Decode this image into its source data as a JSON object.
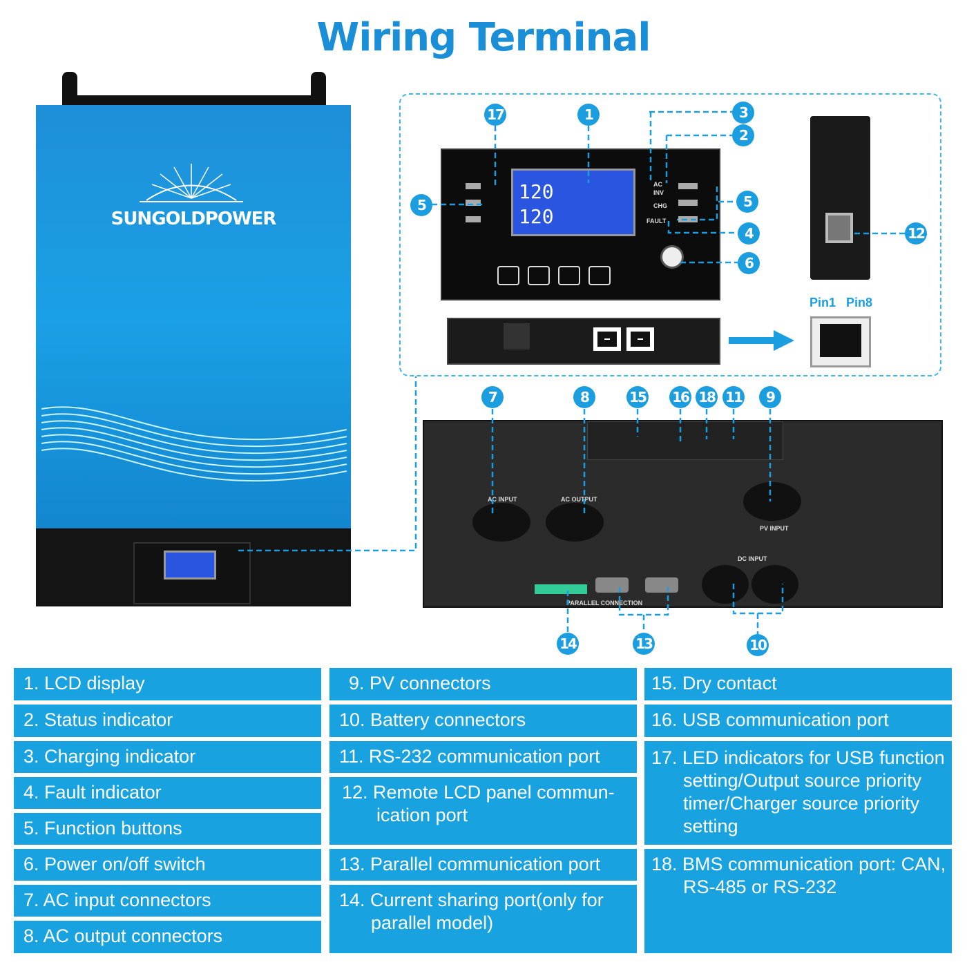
{
  "title": "Wiring Terminal",
  "device": {
    "brand": "SUNGOLDPOWER",
    "lcd_values": [
      "120",
      "120"
    ]
  },
  "front_panel": {
    "led_labels": [
      "AC",
      "INV",
      "CHG",
      "FAULT"
    ]
  },
  "rj45": {
    "pin1": "Pin1",
    "pin8": "Pin8"
  },
  "rear_panel": {
    "ac_input": "AC INPUT",
    "ac_output": "AC OUTPUT",
    "pv_input": "PV INPUT",
    "dc_input": "DC INPUT",
    "parallel": "PARALLEL CONNECTION"
  },
  "callouts": [
    "1",
    "2",
    "3",
    "4",
    "5",
    "5",
    "6",
    "7",
    "8",
    "9",
    "10",
    "11",
    "12",
    "13",
    "14",
    "15",
    "16",
    "17",
    "18"
  ],
  "legend": {
    "col1": [
      "1. LCD display",
      "2. Status indicator",
      "3. Charging indicator",
      "4. Fault indicator",
      "5. Function buttons",
      "6. Power on/off switch",
      "7. AC input connectors",
      "8. AC output connectors"
    ],
    "col2": [
      [
        "9. PV connectors"
      ],
      [
        "10. Battery connectors"
      ],
      [
        "11. RS-232 communication port"
      ],
      [
        "12. Remote LCD panel commun-",
        "ication port"
      ],
      [
        "13. Parallel communication port"
      ],
      [
        "14. Current sharing port(only for",
        "parallel model)"
      ]
    ],
    "col3": [
      [
        "15. Dry contact"
      ],
      [
        "16. USB communication port"
      ],
      [
        "17. LED indicators for USB function",
        "setting/Output source priority",
        "timer/Charger source priority",
        "setting"
      ],
      [
        "18. BMS communication port: CAN,",
        "RS-485 or RS-232"
      ]
    ]
  },
  "colors": {
    "accent": "#1a9ee0",
    "title": "#1a8fd8"
  }
}
